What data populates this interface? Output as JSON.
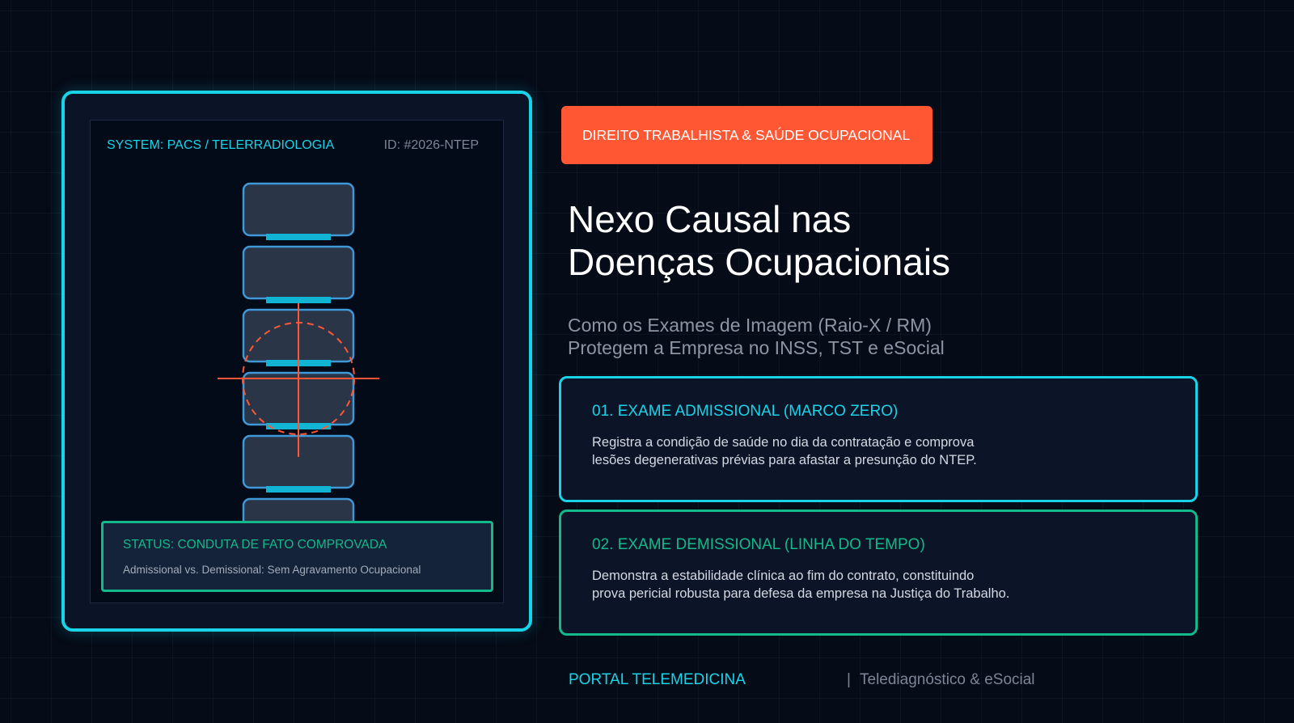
{
  "viewer": {
    "system_label": "SYSTEM: PACS / TELERRADIOLOGIA",
    "id_label": "ID: #2026-NTEP",
    "status_title": "STATUS: CONDUTA DE FATO COMPROVADA",
    "status_desc": "Admissional vs. Demissional: Sem Agravamento Ocupacional"
  },
  "tag": "DIREITO TRABALHISTA & SAÚDE OCUPACIONAL",
  "title_line1": "Nexo Causal nas",
  "title_line2": "Doenças Ocupacionais",
  "subtitle_line1": "Como os Exames de Imagem (Raio-X / RM)",
  "subtitle_line2": "Protegem a Empresa no INSS, TST e eSocial",
  "cards": [
    {
      "title": "01. EXAME ADMISSIONAL (MARCO ZERO)",
      "line1": "Registra a condição de saúde no dia da contratação e comprova",
      "line2": "lesões degenerativas prévias para afastar a presunção do NTEP."
    },
    {
      "title": "02. EXAME DEMISSIONAL (LINHA DO TEMPO)",
      "line1": "Demonstra a estabilidade clínica ao fim do contrato, constituindo",
      "line2": "prova pericial robusta para defesa da empresa na Justiça do Trabalho."
    }
  ],
  "footer": {
    "brand": "PORTAL TELEMEDICINA",
    "separator": "|",
    "sub": "Telediagnóstico & eSocial"
  },
  "colors": {
    "cyan": "#19d3e8",
    "green": "#13b98a",
    "orange": "#ff5733",
    "background": "#050b17"
  },
  "icons": [
    "vertebra-icon",
    "crosshair-target-icon"
  ]
}
